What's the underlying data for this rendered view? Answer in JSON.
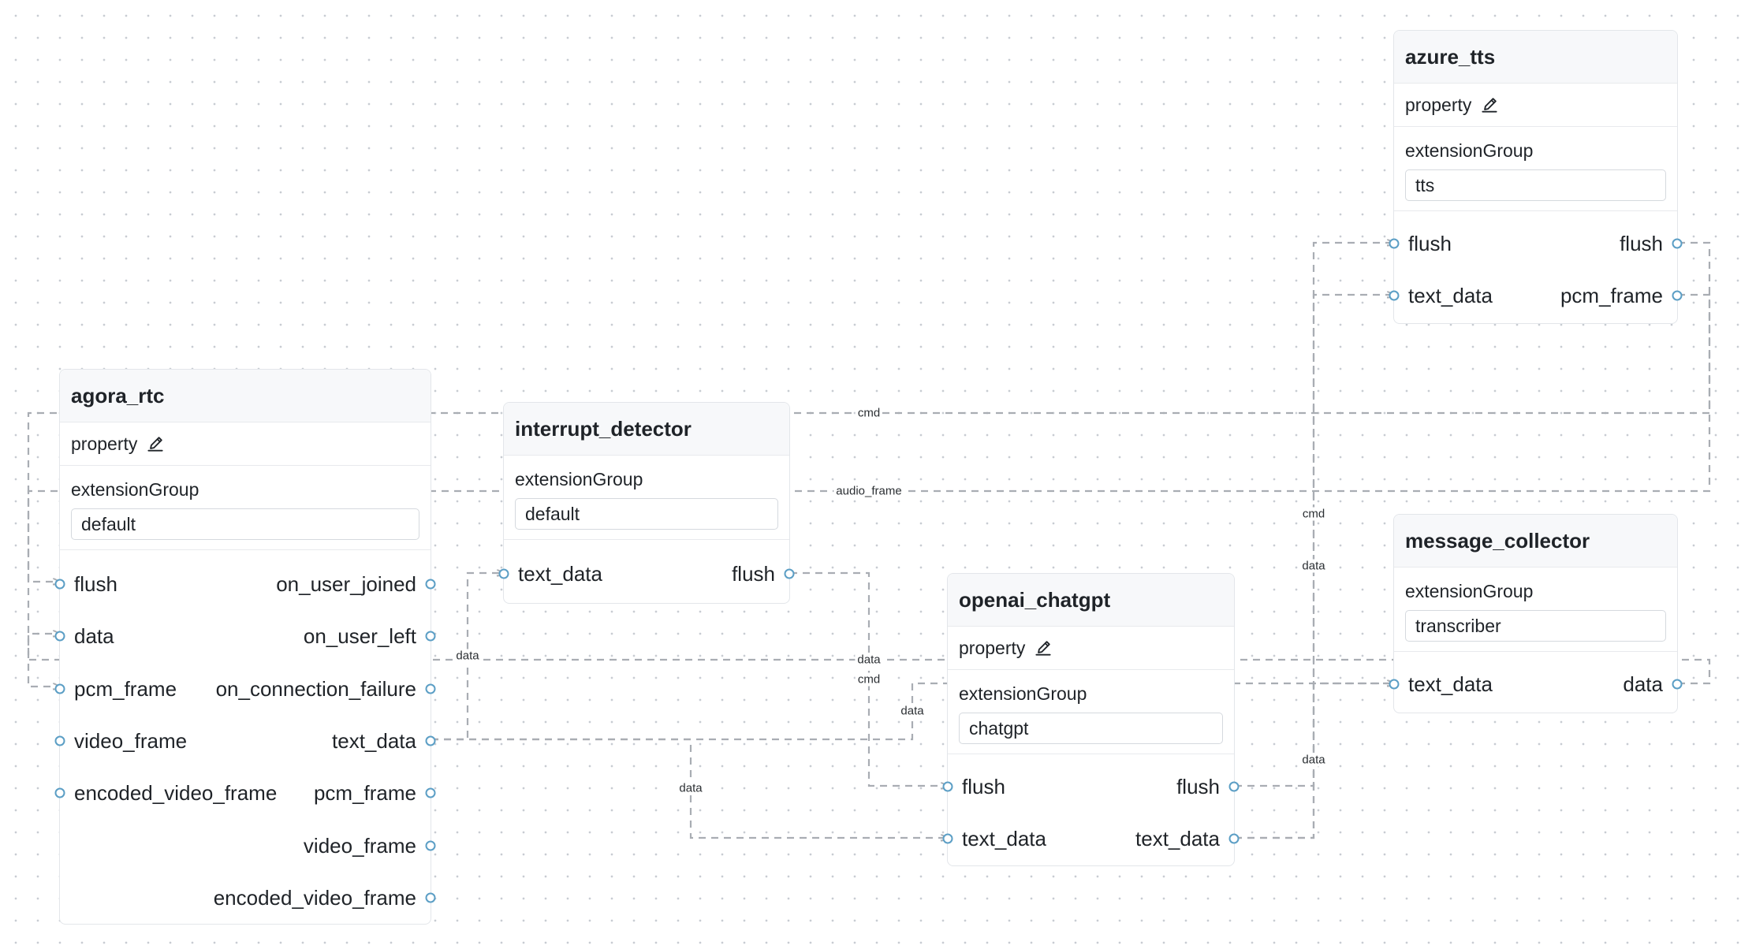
{
  "ui": {
    "property_label": "property",
    "extension_group_label": "extensionGroup",
    "edit_icon": "pencil-icon",
    "handle_color": "#5b9ec5",
    "edge_color": "#a9adb3"
  },
  "nodes": [
    {
      "id": "agora_rtc",
      "title": "agora_rtc",
      "has_property": true,
      "group": "default",
      "inputs": [
        "flush",
        "data",
        "pcm_frame",
        "video_frame",
        "encoded_video_frame"
      ],
      "outputs": [
        "on_user_joined",
        "on_user_left",
        "on_connection_failure",
        "text_data",
        "pcm_frame",
        "video_frame",
        "encoded_video_frame"
      ]
    },
    {
      "id": "interrupt_detector",
      "title": "interrupt_detector",
      "has_property": false,
      "group": "default",
      "inputs": [
        "text_data"
      ],
      "outputs": [
        "flush"
      ]
    },
    {
      "id": "openai_chatgpt",
      "title": "openai_chatgpt",
      "has_property": true,
      "group": "chatgpt",
      "inputs": [
        "flush",
        "text_data"
      ],
      "outputs": [
        "flush",
        "text_data"
      ]
    },
    {
      "id": "azure_tts",
      "title": "azure_tts",
      "has_property": true,
      "group": "tts",
      "inputs": [
        "flush",
        "text_data"
      ],
      "outputs": [
        "flush",
        "pcm_frame"
      ]
    },
    {
      "id": "message_collector",
      "title": "message_collector",
      "has_property": false,
      "group": "transcriber",
      "inputs": [
        "text_data"
      ],
      "outputs": [
        "data"
      ]
    }
  ],
  "edge_labels": [
    "cmd",
    "audio_frame",
    "data",
    "data",
    "cmd",
    "data",
    "data",
    "cmd",
    "data",
    "data"
  ]
}
